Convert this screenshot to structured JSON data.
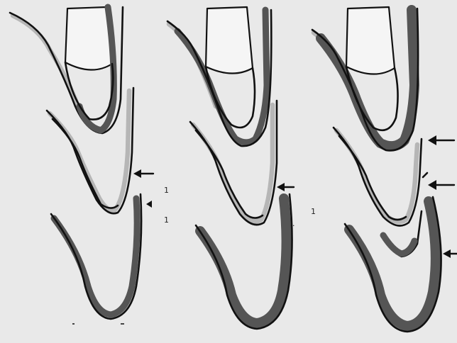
{
  "figure": {
    "panel_count": 3,
    "colors": {
      "background": "#e9e9e9",
      "outline": "#111111",
      "light_band": "#b6b6b6",
      "dark_band": "#555555",
      "crown_fill": "#f5f5f5"
    },
    "panels": [
      {
        "index": 1,
        "stages": 3,
        "arrow_count": 2,
        "small_marks": [
          "1",
          "1"
        ]
      },
      {
        "index": 2,
        "stages": 3,
        "arrow_count": 1,
        "small_marks": [
          "1",
          "1"
        ]
      },
      {
        "index": 3,
        "stages": 4,
        "arrow_count": 3,
        "small_marks": []
      }
    ]
  }
}
